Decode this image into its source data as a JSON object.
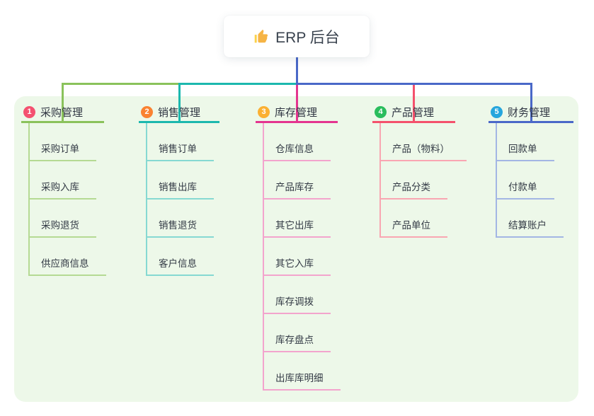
{
  "root": {
    "title": "ERP 后台",
    "icon": "thumbs-up-icon",
    "icon_color": "#f6b445",
    "connector_color": "#4a68c8"
  },
  "canvas": {
    "panel_color": "#edf8e9",
    "background_color": "#ffffff",
    "text_color": "#2f3542"
  },
  "branches": [
    {
      "index": "1",
      "label": "采购管理",
      "badge_color": "#f45170",
      "line_color": "#8ac25b",
      "child_line_color": "#b5da93",
      "children": [
        "采购订单",
        "采购入库",
        "采购退货",
        "供应商信息"
      ]
    },
    {
      "index": "2",
      "label": "销售管理",
      "badge_color": "#fa8231",
      "line_color": "#1cb8ae",
      "child_line_color": "#86d9d2",
      "children": [
        "销售订单",
        "销售出库",
        "销售退货",
        "客户信息"
      ]
    },
    {
      "index": "3",
      "label": "库存管理",
      "badge_color": "#fbb032",
      "line_color": "#e4358f",
      "child_line_color": "#f3a4cd",
      "children": [
        "仓库信息",
        "产品库存",
        "其它出库",
        "其它入库",
        "库存调拨",
        "库存盘点",
        "出库库明细"
      ]
    },
    {
      "index": "4",
      "label": "产品管理",
      "badge_color": "#2abd5d",
      "line_color": "#f4516c",
      "child_line_color": "#f9a6b2",
      "children": [
        "产品（物料）",
        "产品分类",
        "产品单位"
      ]
    },
    {
      "index": "5",
      "label": "财务管理",
      "badge_color": "#26a6dd",
      "line_color": "#4a68c8",
      "child_line_color": "#a3b6e4",
      "children": [
        "回款单",
        "付款单",
        "结算账户"
      ]
    }
  ]
}
